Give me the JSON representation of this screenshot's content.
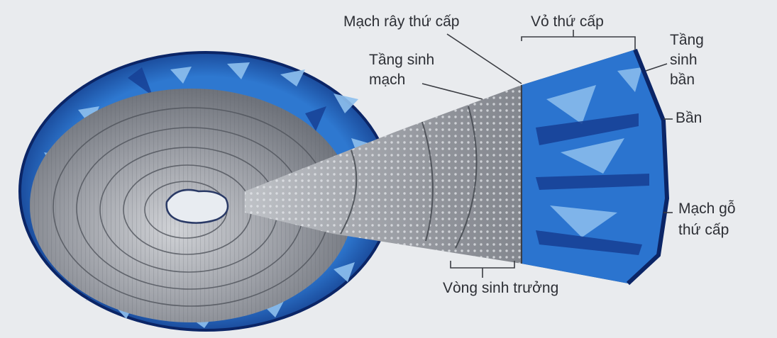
{
  "labels": {
    "mach_ray_thu_cap": "Mạch rây  thứ cấp",
    "vo_thu_cap": "Vỏ thứ cấp",
    "tang_sinh_ban_1": "Tầng",
    "tang_sinh_ban_2": "sinh",
    "tang_sinh_ban_3": "bần",
    "tang_sinh_mach_1": "Tầng sinh",
    "tang_sinh_mach_2": "mạch",
    "ban": "Bần",
    "mach_go_thu_cap_1": "Mạch gỗ",
    "mach_go_thu_cap_2": "thứ cấp",
    "vong_sinh_truong": "Vòng sinh trưởng"
  },
  "colors": {
    "background": "#e9ebee",
    "bark_blue": "#1f5fb8",
    "bark_dark": "#0f2f77",
    "wood_gray": "#8d9097",
    "wood_light": "#c9cbd0",
    "pith": "#e9edf2",
    "line": "#3a3c42"
  }
}
